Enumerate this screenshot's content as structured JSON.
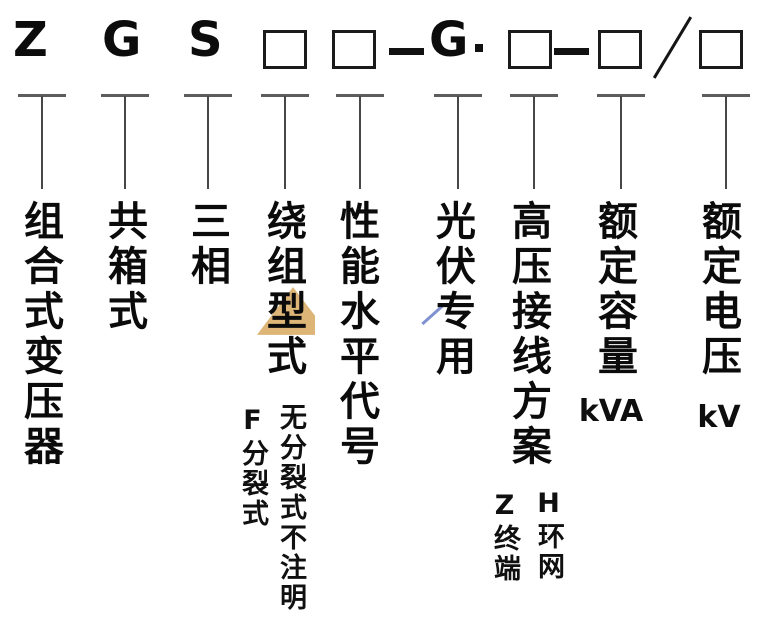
{
  "code": {
    "z": "Z",
    "g1": "G",
    "s": "S",
    "g2": "G",
    "dot": "·"
  },
  "columns": [
    {
      "label": "组合式变压器"
    },
    {
      "label": "共箱式"
    },
    {
      "label": "三相"
    },
    {
      "label": "绕组型式",
      "notes": [
        "F分裂式",
        "无分裂式不注明"
      ]
    },
    {
      "label": "性能水平代号"
    },
    {
      "label": "光伏专用"
    },
    {
      "label": "高压接线方案",
      "notes": [
        "Z终端",
        "H环网"
      ]
    },
    {
      "label": "额定容量",
      "unit": "kVA"
    },
    {
      "label": "额定电压",
      "unit": "kV"
    }
  ],
  "colors": {
    "text": "#0b0b0b",
    "connector": "#5c5c5c",
    "watermark_tan": "#d6a85f",
    "watermark_blue": "#3a57b5"
  }
}
